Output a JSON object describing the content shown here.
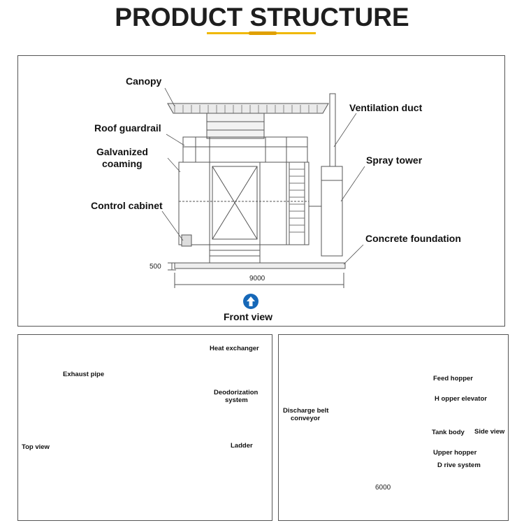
{
  "title": "PRODUCT STRUCTURE",
  "front": {
    "canopy": "Canopy",
    "roof_guardrail": "Roof guardrail",
    "galvanized_1": "Galvanized",
    "galvanized_2": "coaming",
    "control_cabinet": "Control cabinet",
    "ventilation_duct": "Ventilation duct",
    "spray_tower": "Spray tower",
    "concrete_foundation": "Concrete foundation",
    "dim_height": "500",
    "dim_width": "9000",
    "view_label": "Front view"
  },
  "top": {
    "exhaust_pipe": "Exhaust pipe",
    "heat_exchanger": "Heat exchanger",
    "deodorization_1": "Deodorization",
    "deodorization_2": "system",
    "ladder": "Ladder",
    "view_label": "Top view"
  },
  "side": {
    "feed_hopper": "Feed hopper",
    "hopper_elevator": "H opper elevator",
    "discharge_1": "Discharge belt",
    "discharge_2": "conveyor",
    "tank_body": "Tank body",
    "upper_hopper": "Upper hopper",
    "drive_system": "D rive system",
    "dim_width": "6000",
    "view_label": "Side view"
  },
  "colors": {
    "accent": "#f0b800",
    "arrow": "#1668b8",
    "line": "#555555"
  }
}
